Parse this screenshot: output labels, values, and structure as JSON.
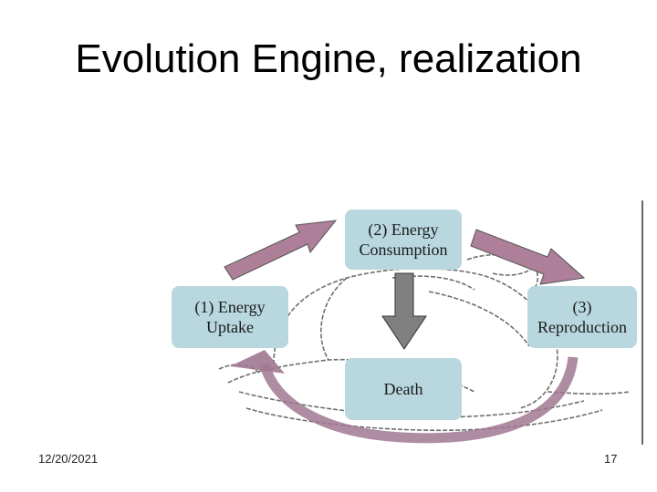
{
  "title": "Evolution Engine, realization",
  "nodes": {
    "energy_uptake": "(1) Energy\nUptake",
    "energy_consumption": "(2) Energy\nConsumption",
    "reproduction": "(3)\nReproduction",
    "death": "Death"
  },
  "colors": {
    "box_fill": "#b9d7df",
    "arrow_fill": "#ad7f98",
    "death_arrow_fill": "#808080",
    "cycle_arrow": "#a07890"
  },
  "background_image": "snail-sketch",
  "footer": {
    "date": "12/20/2021",
    "page_number": "17"
  }
}
